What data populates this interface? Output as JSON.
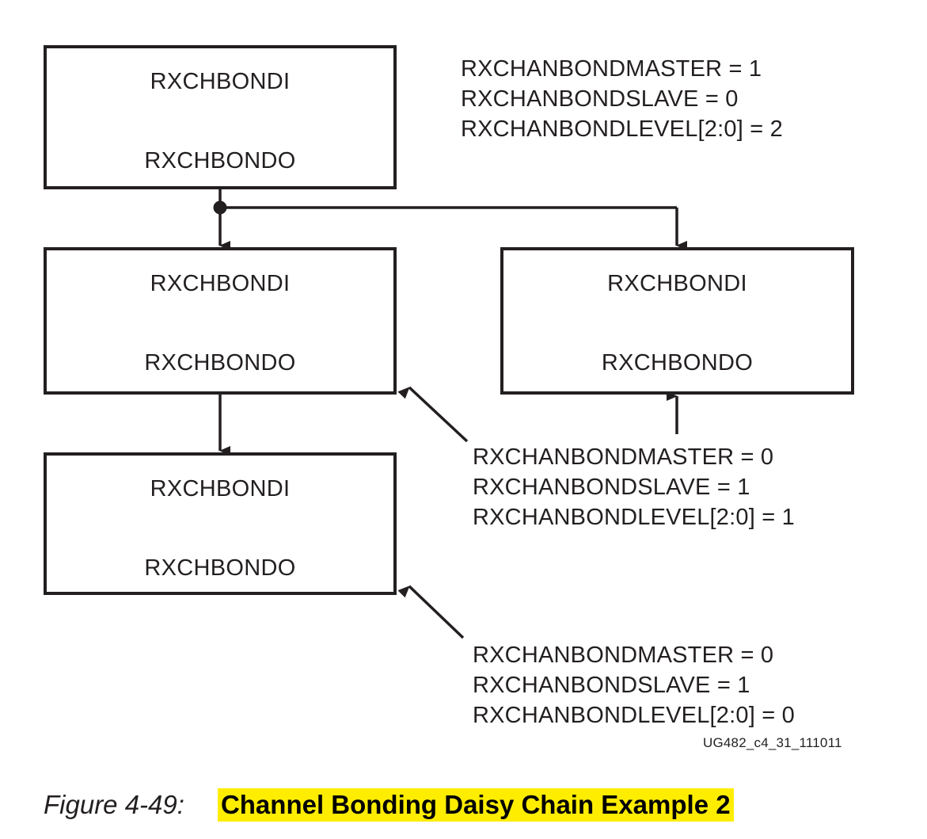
{
  "blocks": [
    {
      "id": "top",
      "port_in": "RXCHBONDI",
      "port_out": "RXCHBONDO"
    },
    {
      "id": "middle",
      "port_in": "RXCHBONDI",
      "port_out": "RXCHBONDO"
    },
    {
      "id": "right",
      "port_in": "RXCHBONDI",
      "port_out": "RXCHBONDO"
    },
    {
      "id": "bottom",
      "port_in": "RXCHBONDI",
      "port_out": "RXCHBONDO"
    }
  ],
  "notes": {
    "master_note": {
      "line1": "RXCHANBONDMASTER = 1",
      "line2": "RXCHANBONDSLAVE = 0",
      "line3": "RXCHANBONDLEVEL[2:0] = 2"
    },
    "level1_note": {
      "line1": "RXCHANBONDMASTER = 0",
      "line2": "RXCHANBONDSLAVE = 1",
      "line3": "RXCHANBONDLEVEL[2:0] = 1"
    },
    "level0_note": {
      "line1": "RXCHANBONDMASTER = 0",
      "line2": "RXCHANBONDSLAVE = 1",
      "line3": "RXCHANBONDLEVEL[2:0] = 0"
    }
  },
  "figure_id": "UG482_c4_31_111011",
  "caption": {
    "number": "Figure 4-49:",
    "title": "Channel Bonding Daisy Chain Example 2"
  },
  "colors": {
    "line": "#231f20",
    "highlight": "#ffed00",
    "text": "#231f20",
    "background": "#ffffff"
  }
}
